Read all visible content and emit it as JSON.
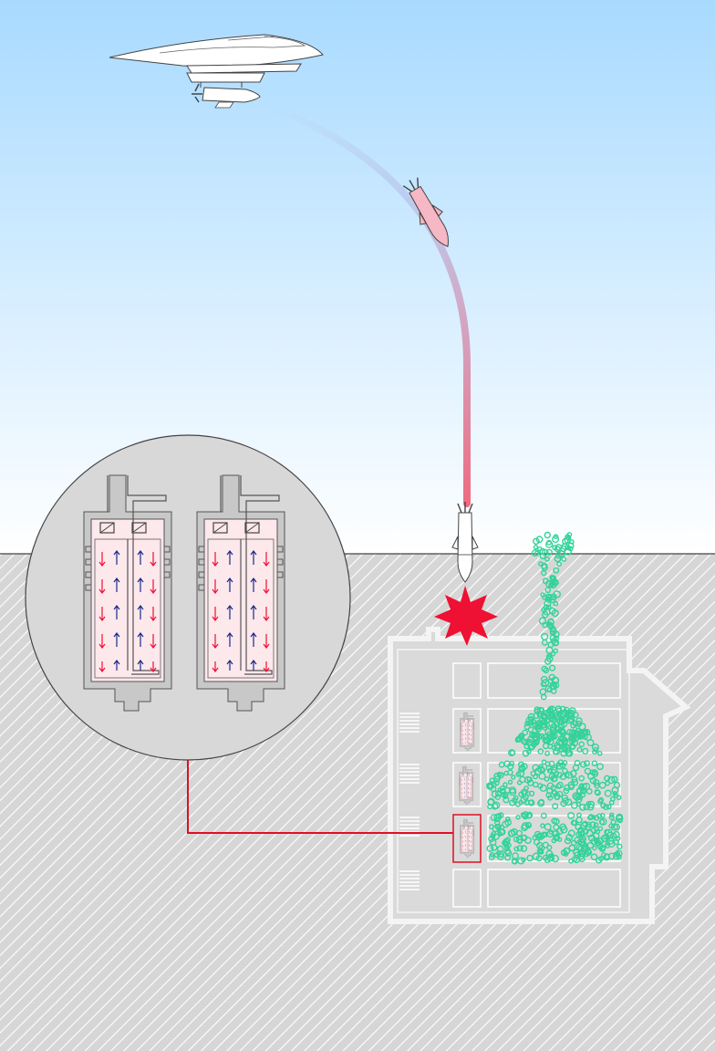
{
  "diagram": {
    "text_labels": [],
    "colors": {
      "sky_top": "#a8daff",
      "sky_bottom": "#ffffff",
      "ground_fill": "#d6d6d6",
      "ground_hatch": "#ffffff",
      "bunker_fill": "#dadada",
      "bunker_outline": "#f4f4f4",
      "trajectory_start": "#b9c8ec",
      "trajectory_end": "#ee6a80",
      "explosion": "#ee1133",
      "agent_cloud": "#34d39a",
      "callout_line": "#dd1122",
      "magnifier_fill": "#d8d8d8",
      "unit_casing": "#c8c8c8",
      "unit_interior": "#fde8ec",
      "flow_hot": "#ee1133",
      "flow_cold": "#1a2a88"
    },
    "elements": [
      {
        "name": "sky",
        "kind": "background gradient"
      },
      {
        "name": "ground",
        "kind": "hatched soil"
      },
      {
        "name": "stealth-bomber-aircraft",
        "kind": "aircraft"
      },
      {
        "name": "bomb-trajectory",
        "kind": "curved path"
      },
      {
        "name": "guided-bomb",
        "kind": "munition",
        "count": 3
      },
      {
        "name": "explosion-burst",
        "kind": "impact"
      },
      {
        "name": "underground-facility",
        "kind": "bunker"
      },
      {
        "name": "chemical-agent-cloud",
        "kind": "particle plume"
      },
      {
        "name": "storage-unit",
        "kind": "cylindrical container",
        "count": 3
      },
      {
        "name": "magnified-view",
        "kind": "callout circle"
      },
      {
        "name": "storage-unit-cross-section",
        "kind": "cutaway",
        "count": 2
      }
    ]
  }
}
